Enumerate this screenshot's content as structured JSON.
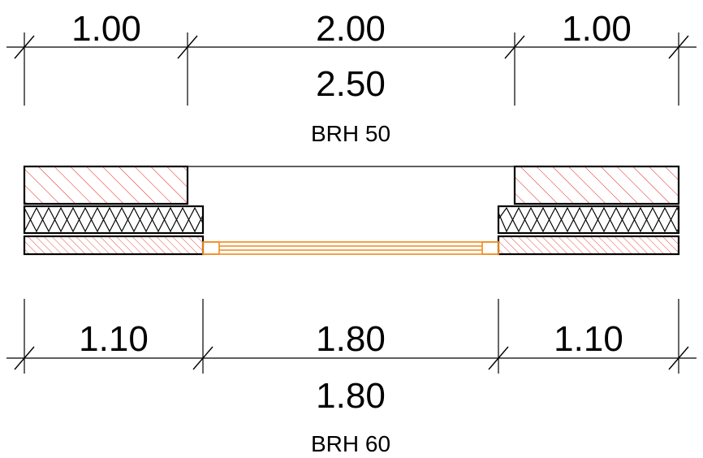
{
  "top_dimensions": {
    "left": "1.00",
    "middle": "2.00",
    "right": "1.00",
    "opening": "2.50",
    "label": "BRH 50"
  },
  "bottom_dimensions": {
    "left": "1.10",
    "middle": "1.80",
    "right": "1.10",
    "opening": "1.80",
    "label": "BRH 60"
  },
  "colors": {
    "line": "#000000",
    "hatch": "#e02020",
    "window_frame": "#f08a1c"
  }
}
